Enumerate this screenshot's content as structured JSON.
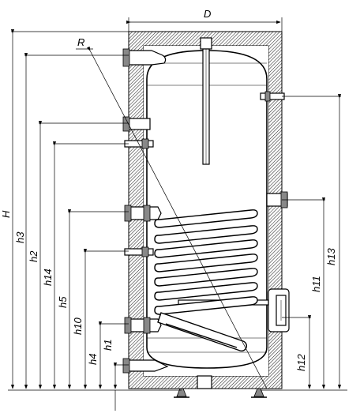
{
  "labels": {
    "D": "D",
    "R": "R",
    "H": "H",
    "h3": "h3",
    "h2": "h2",
    "h14": "h14",
    "h5": "h5",
    "h10": "h10",
    "h4": "h4",
    "h1": "h1",
    "h13": "h13",
    "h11": "h11",
    "h12": "h12"
  },
  "colors": {
    "line": "#000000",
    "insulation_fill": "#ffffff",
    "part_fill": "#ffffff"
  }
}
